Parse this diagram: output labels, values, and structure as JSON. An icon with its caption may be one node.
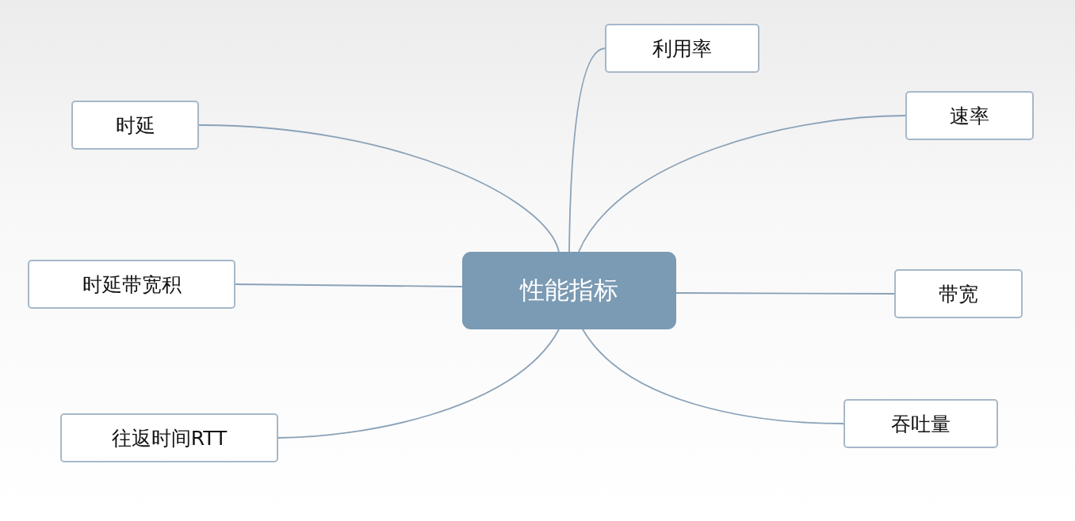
{
  "diagram": {
    "nodes": [
      {
        "text": [
          "性能指标"
        ]
      },
      {
        "text": [
          "利用率"
        ]
      },
      {
        "text": [
          "时延"
        ]
      },
      {
        "text": [
          "速率"
        ]
      },
      {
        "text": [
          "时延带宽积"
        ]
      },
      {
        "text": [
          "带宽"
        ]
      },
      {
        "text": [
          "往返时间RTT"
        ]
      },
      {
        "text": [
          "吞吐量"
        ]
      }
    ],
    "edges": [
      {
        "from": 0,
        "to": 1,
        "arrow": "none"
      },
      {
        "from": 0,
        "to": 2,
        "arrow": "none"
      },
      {
        "from": 0,
        "to": 3,
        "arrow": "none"
      },
      {
        "from": 0,
        "to": 4,
        "arrow": "none"
      },
      {
        "from": 0,
        "to": 5,
        "arrow": "none"
      },
      {
        "from": 0,
        "to": 6,
        "arrow": "none"
      },
      {
        "from": 0,
        "to": 7,
        "arrow": "none"
      }
    ]
  }
}
